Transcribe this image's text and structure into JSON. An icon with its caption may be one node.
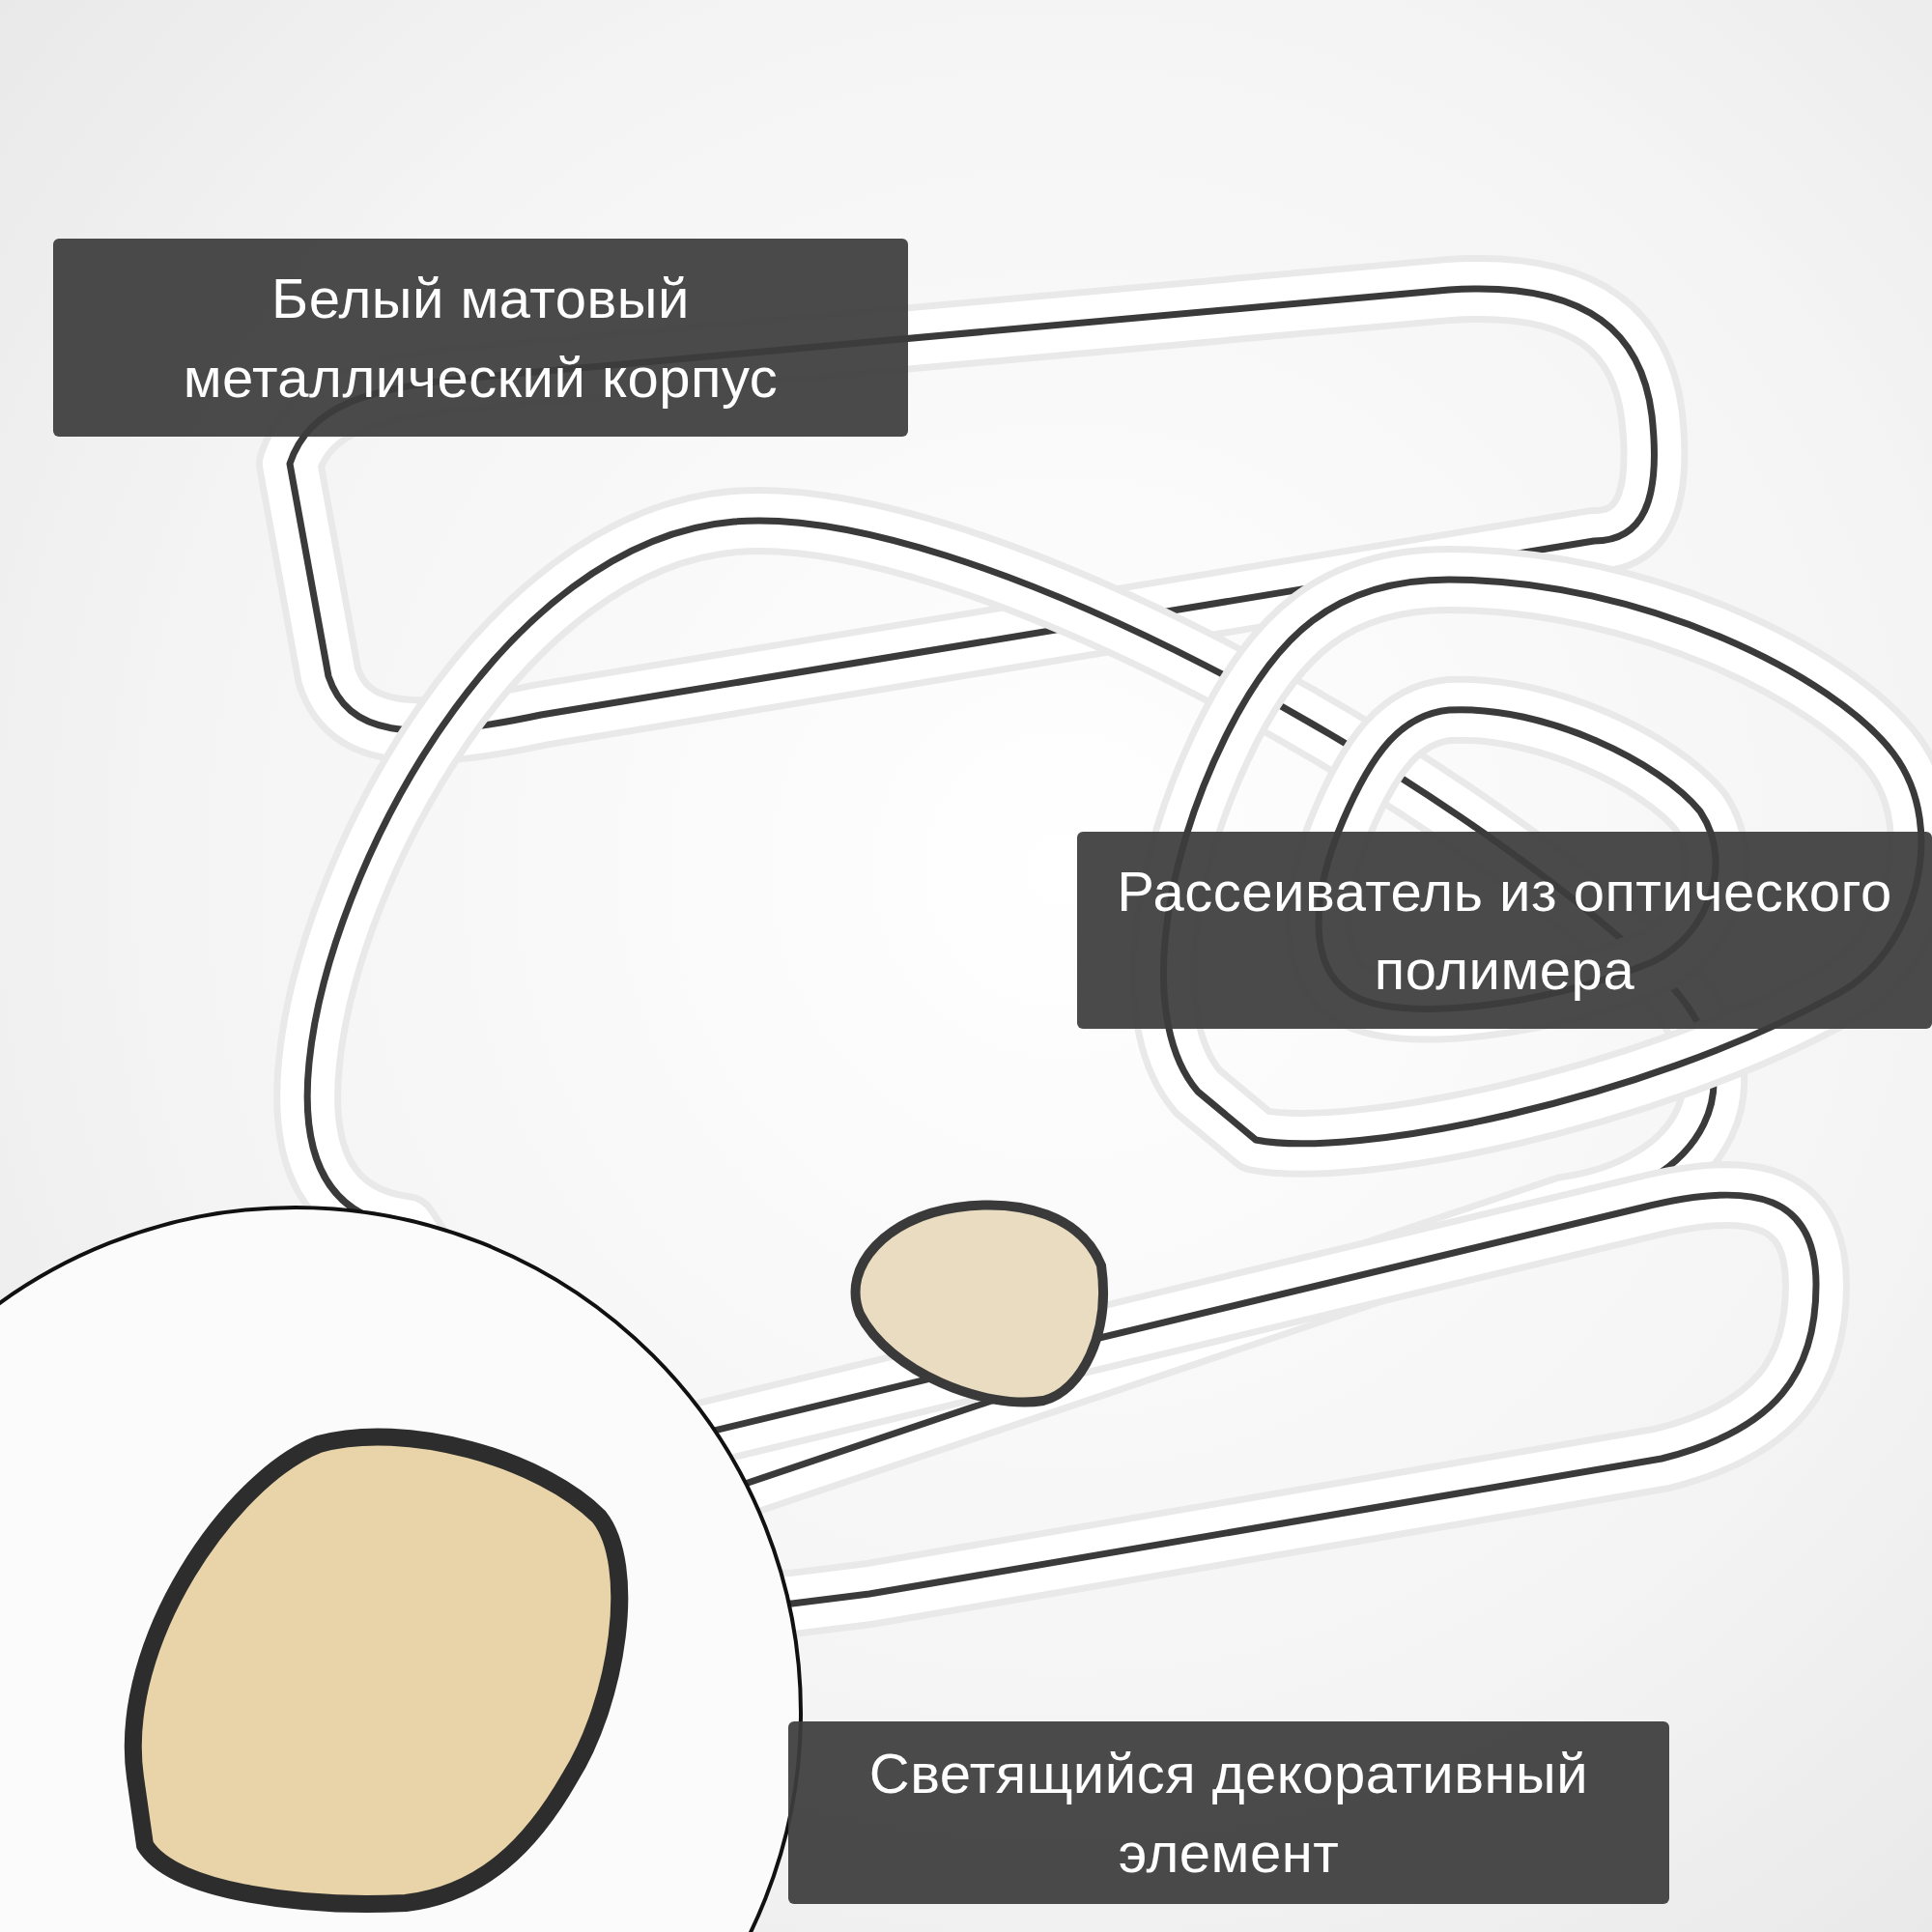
{
  "diagram": {
    "nodes": [
      {
        "text": [
          "Белый матовый металлический корпус"
        ]
      },
      {
        "text": [
          "Рассеиватель из оптического полимера"
        ]
      },
      {
        "text": [
          "Светящийся декоративный элемент"
        ]
      }
    ]
  }
}
